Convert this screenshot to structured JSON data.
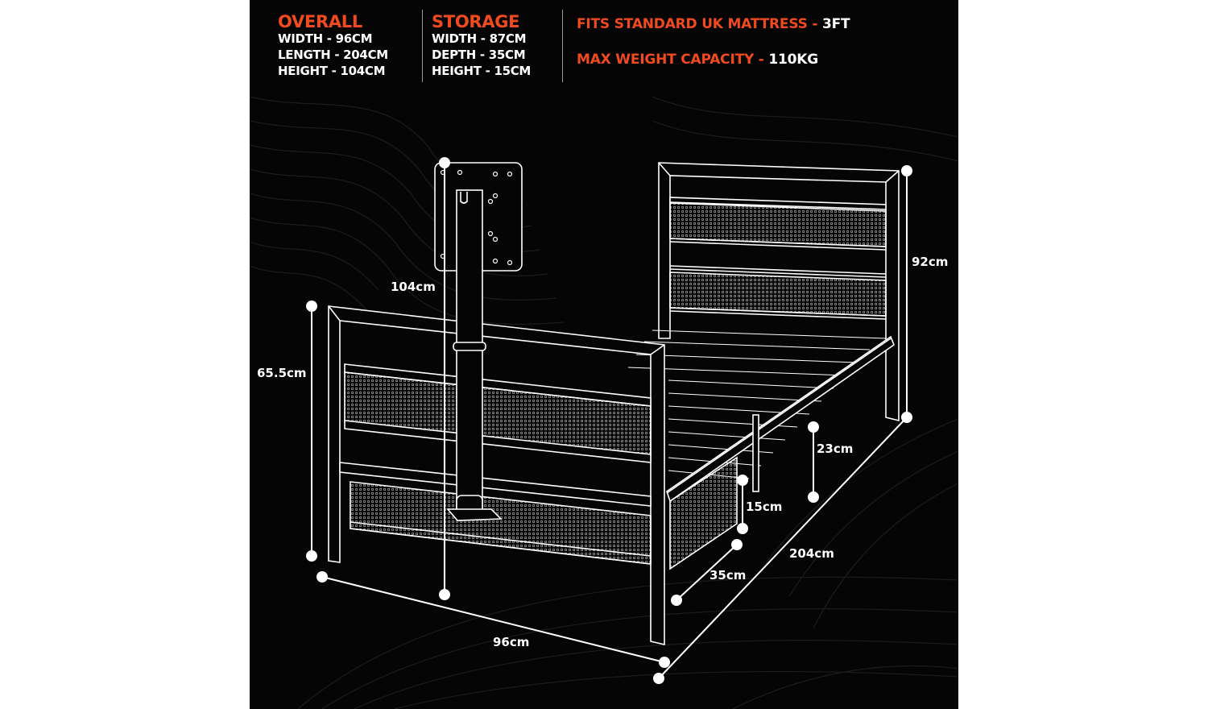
{
  "overall": {
    "heading": "OVERALL",
    "lines": [
      "WIDTH - 96CM",
      "LENGTH - 204CM",
      "HEIGHT - 104CM"
    ]
  },
  "storage": {
    "heading": "STORAGE",
    "lines": [
      "WIDTH - 87CM",
      "DEPTH - 35CM",
      "HEIGHT - 15CM"
    ]
  },
  "callouts": [
    {
      "label": "FITS STANDARD UK MATTRESS - ",
      "value": "3FT"
    },
    {
      "label": "MAX WEIGHT CAPACITY - ",
      "value": "110KG"
    }
  ],
  "dimensions": {
    "post_height": "104cm",
    "headboard_height": "92cm",
    "footboard_height": "65.5cm",
    "under_bed_clearance": "23cm",
    "drawer_height": "15cm",
    "drawer_depth": "35cm",
    "length": "204cm",
    "width": "96cm"
  },
  "colors": {
    "accent": "#f04a1e",
    "background": "#050505",
    "line": "#ffffff"
  }
}
